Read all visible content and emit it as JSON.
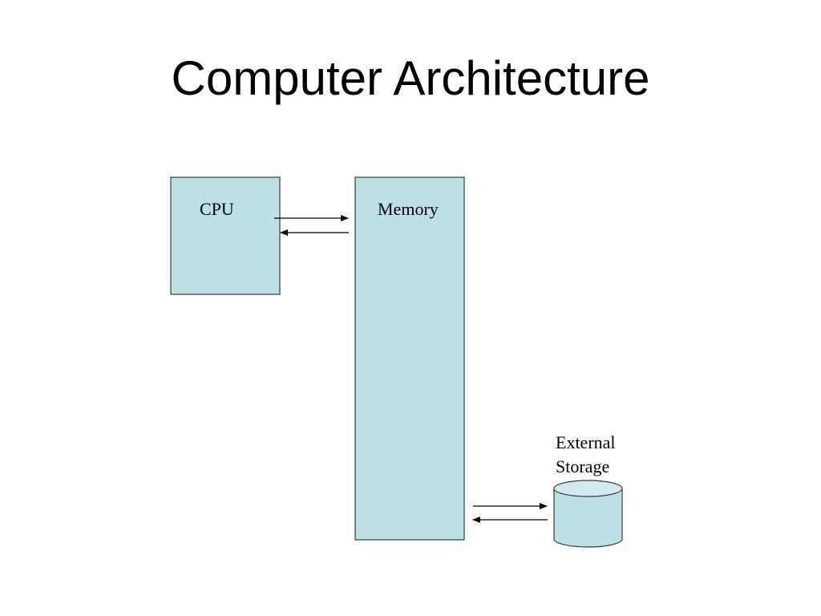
{
  "title": "Computer Architecture",
  "colors": {
    "box_fill": "#bde0e4",
    "box_stroke": "#3a3a3a",
    "arrow": "#000000"
  },
  "nodes": {
    "cpu": {
      "label": "CPU"
    },
    "memory": {
      "label": "Memory"
    },
    "storage": {
      "label_line1": "External",
      "label_line2": "Storage",
      "shape": "cylinder"
    }
  },
  "edges": [
    {
      "from": "cpu",
      "to": "memory",
      "bidirectional": true
    },
    {
      "from": "memory",
      "to": "storage",
      "bidirectional": true
    }
  ]
}
